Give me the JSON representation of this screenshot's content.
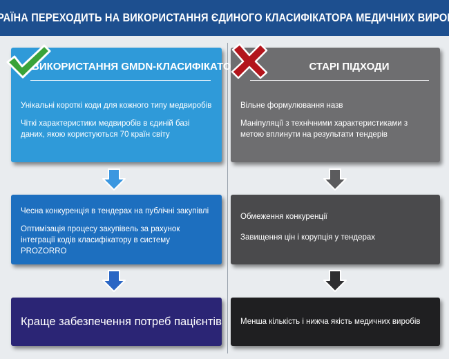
{
  "header": {
    "title": "УКРАЇНА ПЕРЕХОДИТЬ НА ВИКОРИСТАННЯ ЄДИНОГО КЛАСИФІКАТОРА МЕДИЧНИХ ВИРОБІВ"
  },
  "left": {
    "title": "ВИКОРИСТАННЯ GMDN-КЛАСИФІКАТОРА",
    "top_items": [
      "Унікальні короткі коди для кожного типу медвиробів",
      "Чіткі характеристики медвиробів в єдиній базі даних, якою користуються 70 країн світу"
    ],
    "mid_items": [
      "Чесна конкуренція в тендерах на публічні закупівлі",
      "Оптимізація процесу закупівель за рахунок інтеграції кодів класифікатору в систему PROZORRO"
    ],
    "result": "Краще забезпечення потреб пацієнтів"
  },
  "right": {
    "title": "СТАРІ ПІДХОДИ",
    "top_items": [
      "Вільне формулювання назв",
      "Маніпуляції з технічними характеристиками з метою вплинути на результати тендерів"
    ],
    "mid_items": [
      "Обмеження конкуренції",
      "Завищення цін і корупція у тендерах"
    ],
    "result": "Менша кількість і нижча якість медичних виробів"
  },
  "icons": {
    "check": "checkmark-icon",
    "cross": "cross-icon",
    "arrow": "arrow-down-icon"
  },
  "colors": {
    "header": "#1d4f8f",
    "left_top": "#2f9ad9",
    "left_mid": "#1d6fbf",
    "left_bottom": "#2b2575",
    "right_top": "#6e6e70",
    "right_mid": "#4a4a4c",
    "right_bottom": "#1f1f21",
    "check": "#3aa33a",
    "cross": "#b3151c"
  }
}
